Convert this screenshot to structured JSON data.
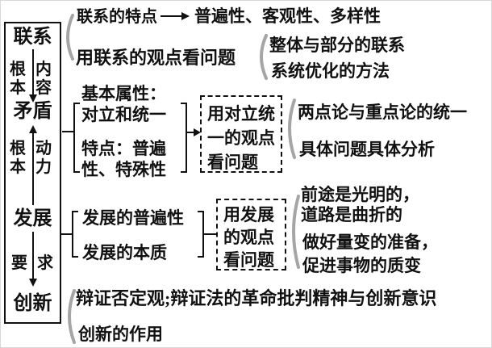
{
  "diagram": {
    "colors": {
      "text": "#111111",
      "line": "#111111",
      "brace": "#a5a5a5",
      "background": "#ffffff"
    },
    "spine": {
      "nodes": [
        {
          "label": "联系"
        },
        {
          "label": "矛盾"
        },
        {
          "label": "发展"
        },
        {
          "label": "创新"
        }
      ],
      "edges": [
        {
          "left": "根本",
          "right": "内容",
          "direction": "down"
        },
        {
          "left": "根本",
          "right": "动力",
          "direction": "up"
        },
        {
          "left": "要",
          "right": "求",
          "direction": "down"
        }
      ]
    },
    "lianxi": {
      "feature": "联系的特点",
      "feature_result": "普遍性、客观性、多样性",
      "viewpoint": "用联系的观点看问题",
      "children": [
        "整体与部分的联系",
        "系统优化的方法"
      ]
    },
    "maodun": {
      "attr_l1": "基本属性：",
      "attr_l2": "对立和统一",
      "feat_l1": "特点：普遍",
      "feat_l2": "性、特殊性",
      "box_l1": "用对立统",
      "box_l2": "一的观点",
      "box_l3": "看问题",
      "children": [
        "两点论与重点论的统一",
        "具体问题具体分析"
      ]
    },
    "fazhan": {
      "item1": "发展的普遍性",
      "item2": "发展的本质",
      "box_l1": "用发展",
      "box_l2": "的观点",
      "box_l3": "看问题",
      "child1_l1": "前途是光明的，",
      "child1_l2": "道路是曲折的",
      "child2_l1": "做好量变的准备，",
      "child2_l2": "促进事物的质变"
    },
    "chuangxin": {
      "item1": "辩证否定观;辩证法的革命批判精神与创新意识",
      "item2": "创新的作用"
    }
  }
}
